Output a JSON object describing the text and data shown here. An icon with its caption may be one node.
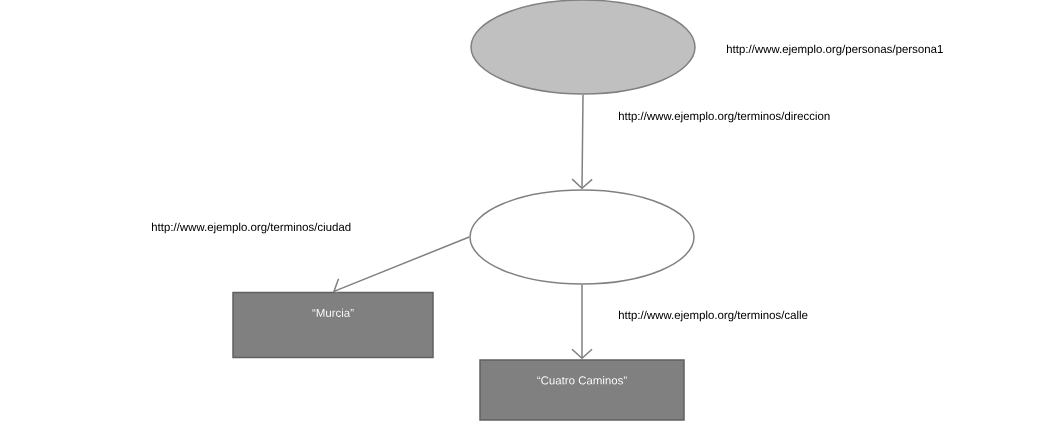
{
  "diagram": {
    "nodes": [
      {
        "text": [],
        "shape": "ellipse",
        "beside": [
          "http://www.ejemplo.org/personas/persona1"
        ]
      },
      {
        "text": [],
        "shape": "ellipse"
      },
      {
        "text": [
          "“Murcia”"
        ]
      },
      {
        "text": [
          "“Cuatro Caminos”"
        ]
      }
    ],
    "edges": [
      {
        "from": 0,
        "to": 1,
        "arrow": "to",
        "label": "http://www.ejemplo.org/terminos/direccion"
      },
      {
        "from": 1,
        "to": 2,
        "arrow": "to",
        "label": "http://www.ejemplo.org/terminos/ciudad"
      },
      {
        "from": 1,
        "to": 3,
        "arrow": "to",
        "label": "http://www.ejemplo.org/terminos/calle"
      }
    ]
  }
}
